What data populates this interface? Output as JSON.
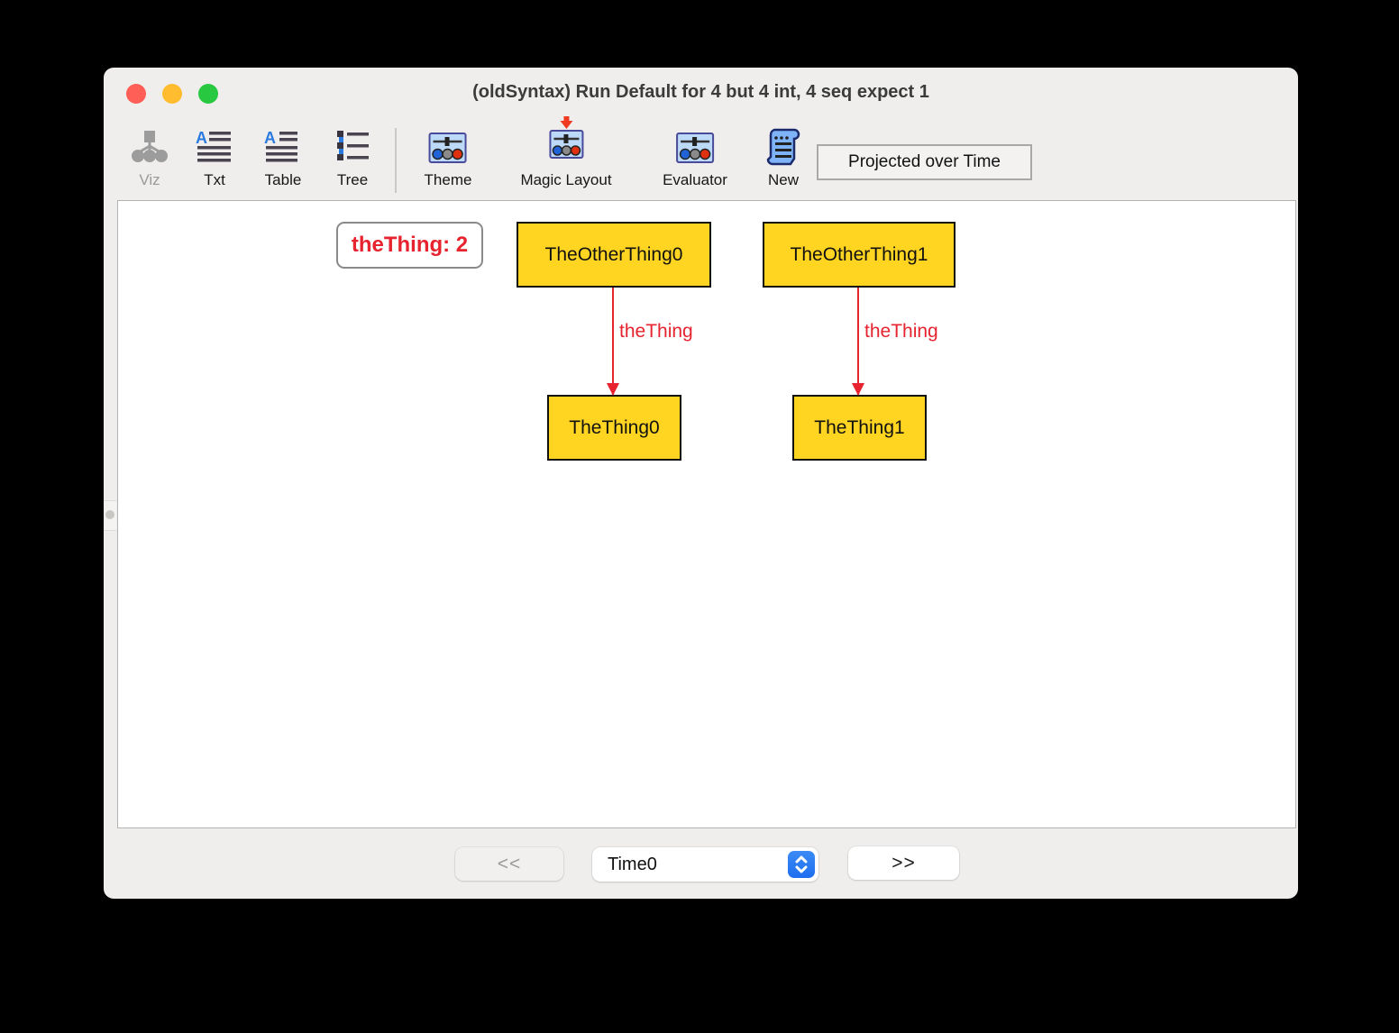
{
  "window": {
    "title": "(oldSyntax) Run Default for 4 but 4 int, 4 seq expect 1"
  },
  "toolbar": {
    "tools": [
      {
        "label": "Viz",
        "icon": "viz-graph-icon",
        "disabled": true
      },
      {
        "label": "Txt",
        "icon": "text-lines-icon",
        "disabled": false
      },
      {
        "label": "Table",
        "icon": "table-lines-icon",
        "disabled": false
      },
      {
        "label": "Tree",
        "icon": "tree-list-icon",
        "disabled": false
      },
      {
        "label": "Theme",
        "icon": "sliders-panel-icon",
        "disabled": false
      },
      {
        "label": "Magic Layout",
        "icon": "sliders-panel-arrow-icon",
        "disabled": false
      },
      {
        "label": "Evaluator",
        "icon": "sliders-panel-icon",
        "disabled": false
      },
      {
        "label": "New",
        "icon": "scroll-icon",
        "disabled": false
      }
    ],
    "projection_toggle": {
      "label": "Projected over Time"
    }
  },
  "diagram": {
    "legend": {
      "label": "theThing: 2"
    },
    "nodes": [
      {
        "label": "TheOtherThing0"
      },
      {
        "label": "TheOtherThing1"
      },
      {
        "label": "TheThing0"
      },
      {
        "label": "TheThing1"
      }
    ],
    "edges": [
      {
        "label": "theThing",
        "from": "TheOtherThing0",
        "to": "TheThing0"
      },
      {
        "label": "theThing",
        "from": "TheOtherThing1",
        "to": "TheThing1"
      }
    ],
    "colors": {
      "node_fill": "#ffd521",
      "node_border": "#111111",
      "edge_red": "#e6232e",
      "legend_border": "#8a8a8a"
    }
  },
  "timebar": {
    "back_label": "<<",
    "forward_label": ">>",
    "state_select": {
      "value": "Time0"
    }
  },
  "traffic_lights": {
    "close": "#ff5f57",
    "minimize": "#febc2e",
    "zoom": "#28c840"
  }
}
